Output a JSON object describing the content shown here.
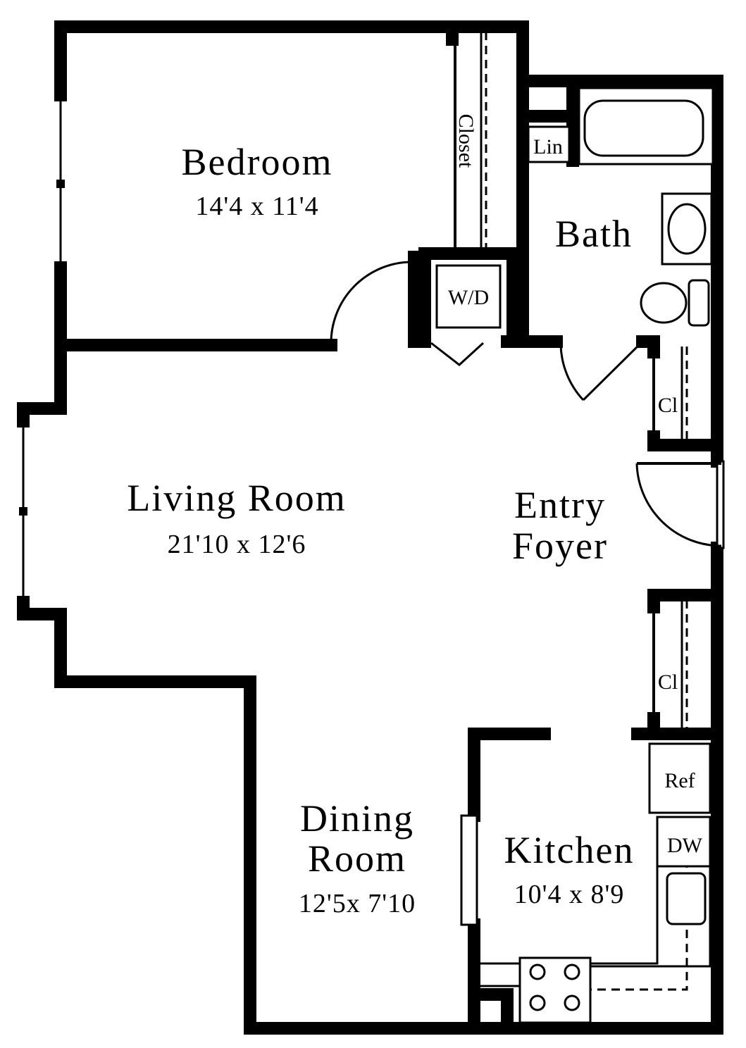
{
  "rooms": {
    "bedroom": {
      "name": "Bedroom",
      "size": "14'4 x 11'4"
    },
    "living": {
      "name": "Living Room",
      "size": "21'10 x 12'6"
    },
    "entry": {
      "line1": "Entry",
      "line2": "Foyer"
    },
    "bath": {
      "name": "Bath"
    },
    "dining": {
      "line1": "Dining",
      "line2": "Room",
      "size": "12'5x 7'10"
    },
    "kitchen": {
      "name": "Kitchen",
      "size": "10'4 x 8'9"
    }
  },
  "fixtures": {
    "closet": "Closet",
    "linen": "Lin",
    "washer_dryer": "W/D",
    "closet_upper": "Cl",
    "closet_lower": "Cl",
    "refrigerator": "Ref",
    "dishwasher": "DW"
  }
}
